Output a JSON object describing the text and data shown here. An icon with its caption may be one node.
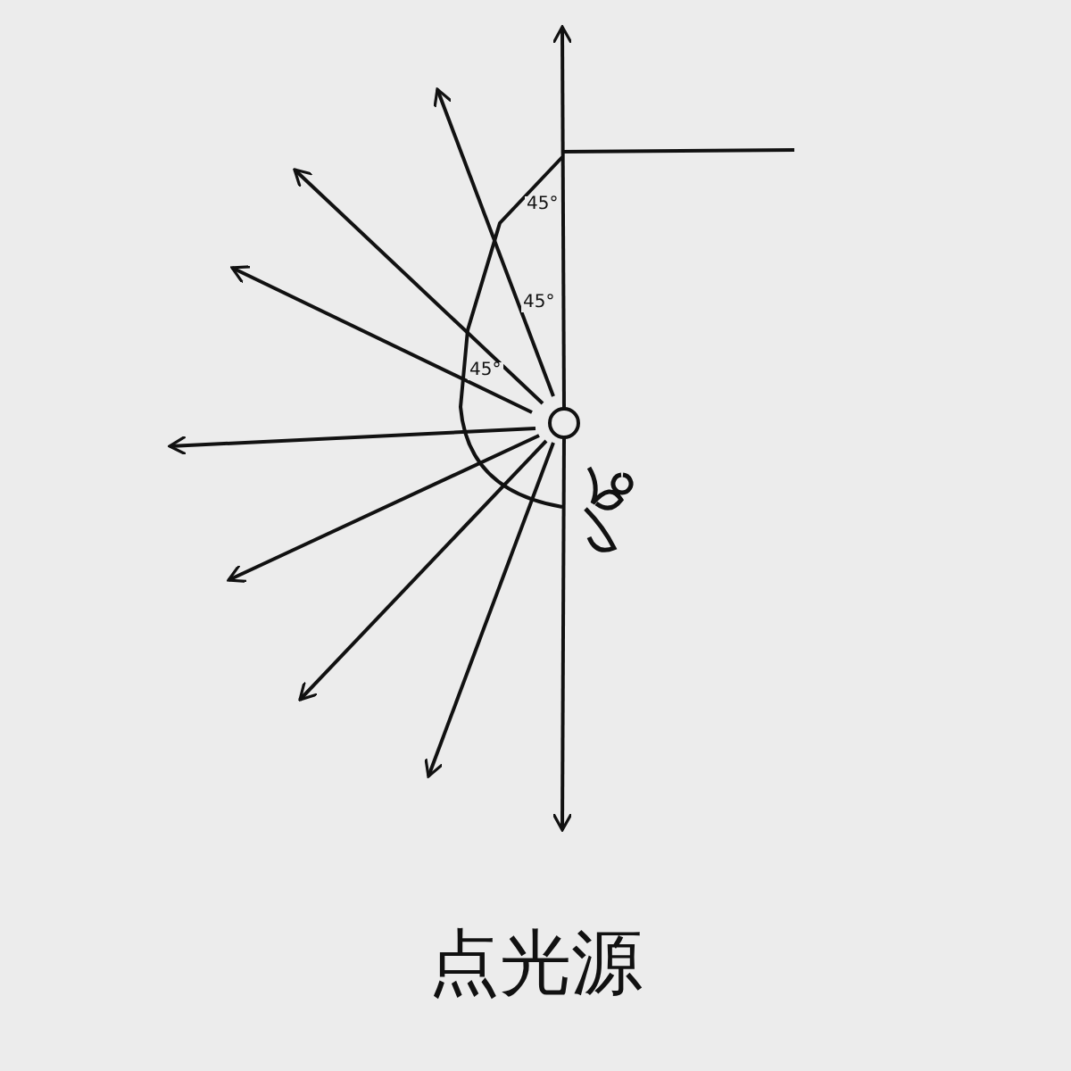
{
  "diagram": {
    "caption": "点光源",
    "labels": [
      "45°",
      "45°",
      "45°"
    ]
  }
}
